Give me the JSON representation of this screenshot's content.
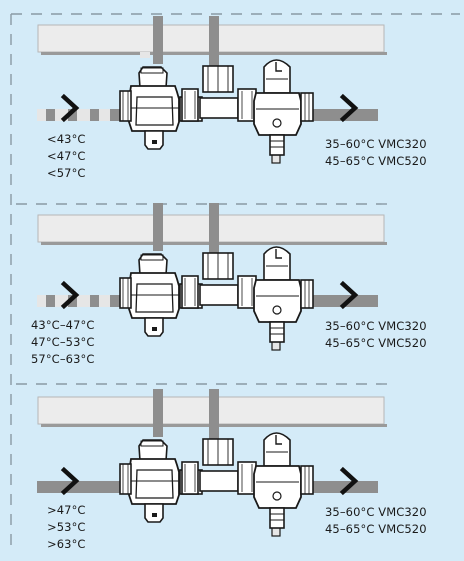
{
  "colors": {
    "background": "#d4ebf8",
    "frame_dash": "#8a9aa4",
    "pipe_hot": "#8e8e8e",
    "pipe_cold": "#e6e6e6",
    "valve_body": "#ffffff",
    "outline": "#1a1a1a",
    "arrow": "#111111"
  },
  "panels": [
    {
      "inlet_style": "dashed",
      "inlet_labels": [
        "<43°C",
        "<47°C",
        "<57°C"
      ],
      "outlet_labels": [
        "35–60°C VMC320",
        "45–65°C VMC520"
      ]
    },
    {
      "inlet_style": "dashed",
      "inlet_labels": [
        "43°C–47°C",
        "47°C–53°C",
        "57°C–63°C"
      ],
      "outlet_labels": [
        "35–60°C VMC320",
        "45–65°C VMC520"
      ]
    },
    {
      "inlet_style": "solid",
      "inlet_labels": [
        ">47°C",
        ">53°C",
        ">63°C"
      ],
      "outlet_labels": [
        "35–60°C VMC320",
        "45–65°C VMC520"
      ]
    }
  ]
}
